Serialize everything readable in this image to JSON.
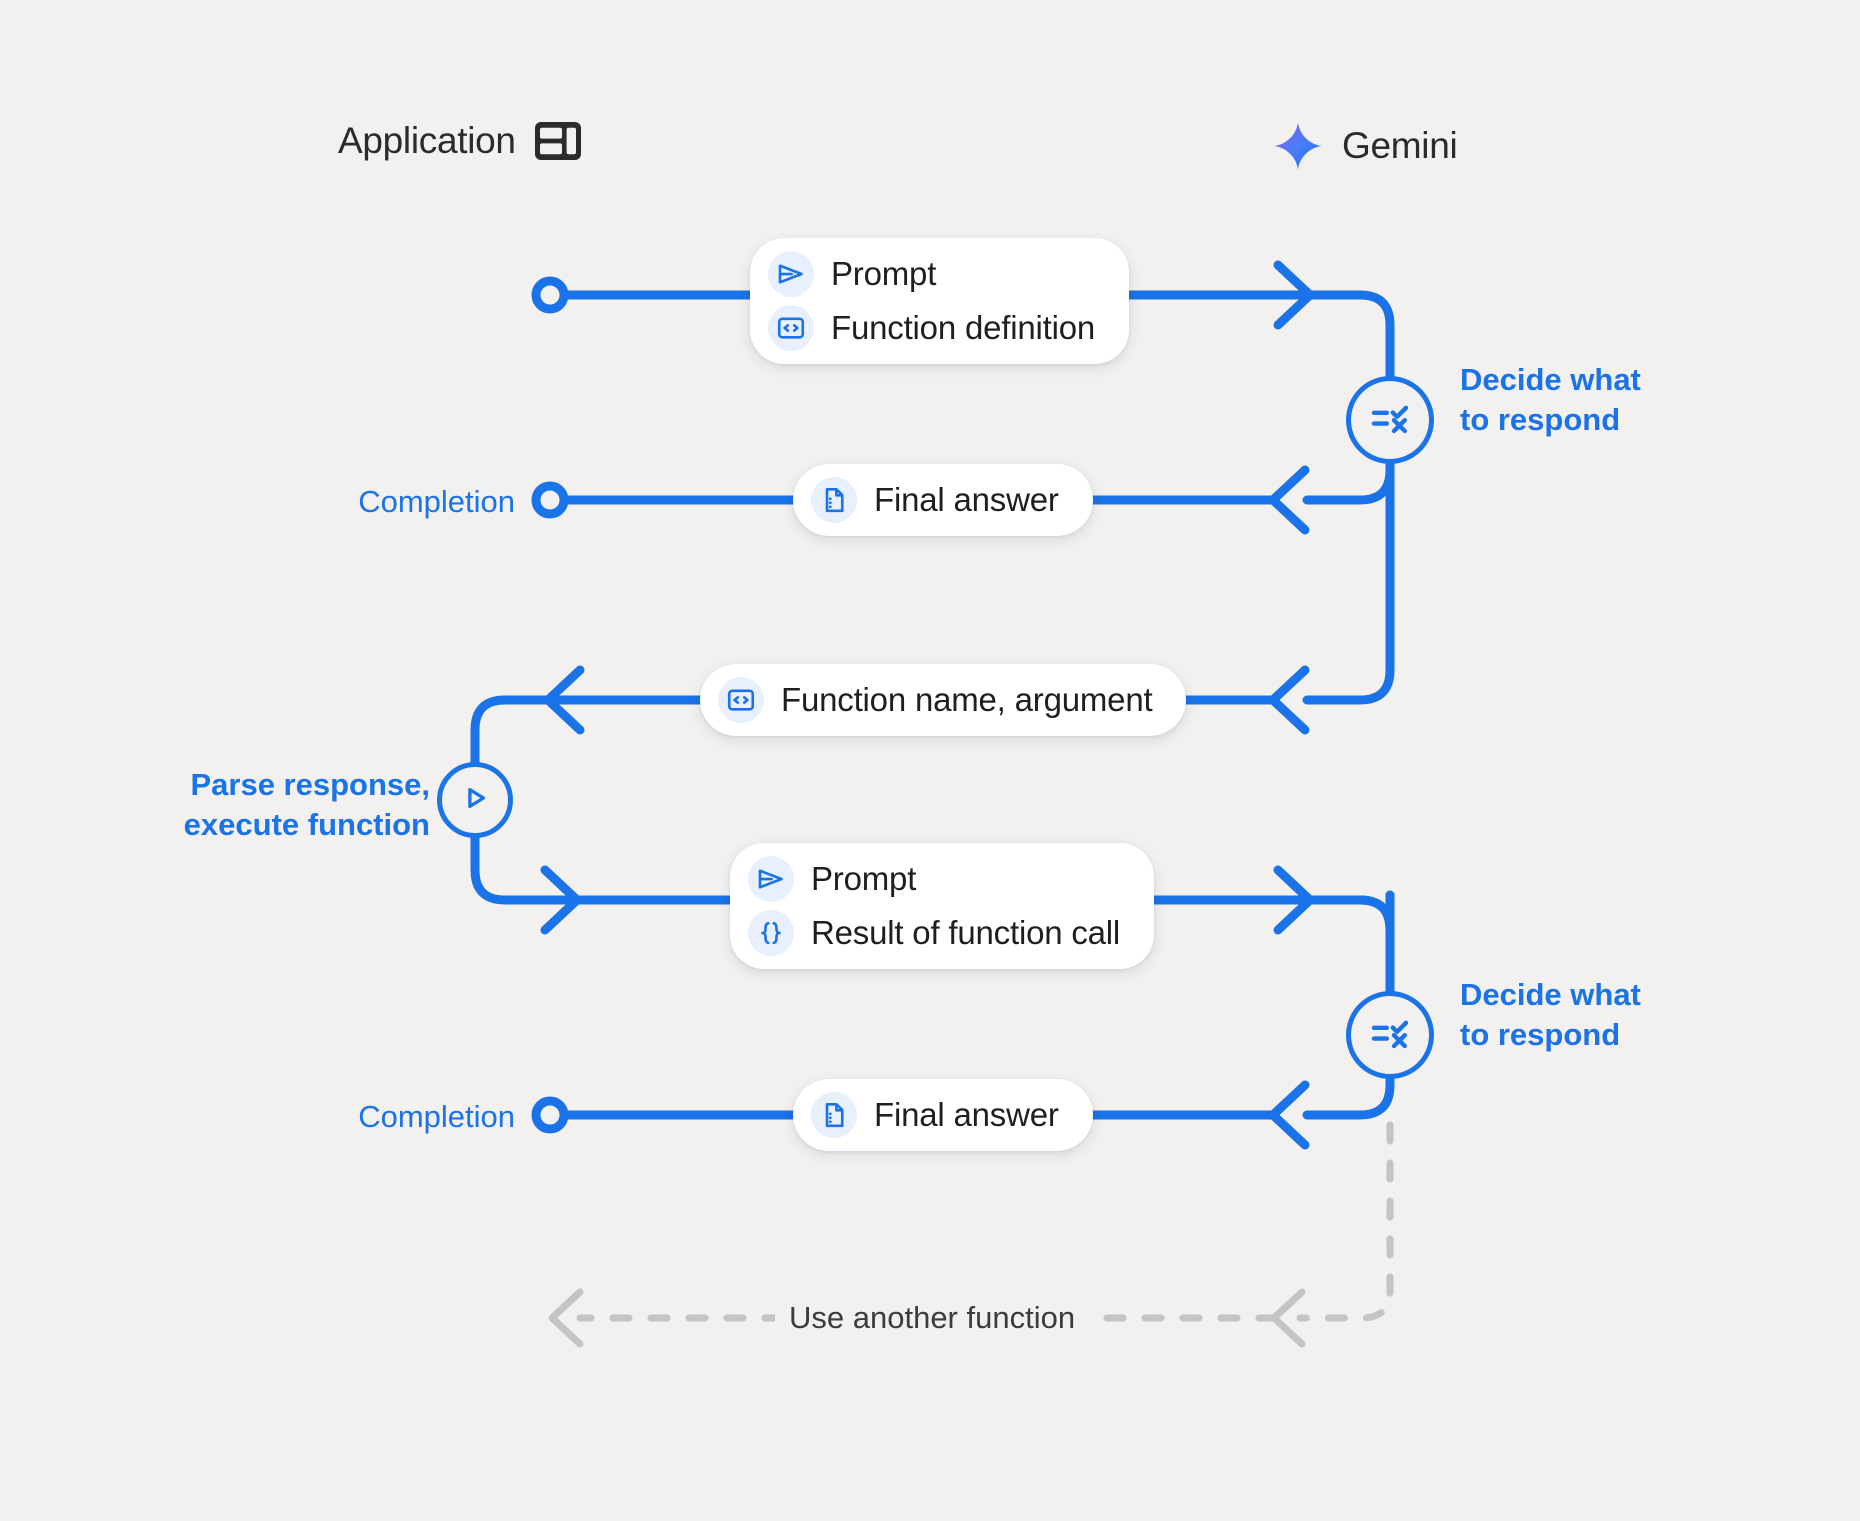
{
  "diagram": {
    "title": "Gemini function calling sequence",
    "background": "#f2f1ef",
    "accent": "#1a73e8",
    "muted": "#c4c4c4",
    "text": "#1f1f1f"
  },
  "lanes": [
    {
      "id": "application",
      "label": "Application",
      "icon": "dashboard-layout-icon"
    },
    {
      "id": "gemini",
      "label": "Gemini",
      "icon": "gemini-sparkle-icon"
    }
  ],
  "messages": [
    {
      "id": "request-1",
      "direction": "app-to-gemini",
      "rows": [
        {
          "icon": "send-prompt-icon",
          "label": "Prompt"
        },
        {
          "icon": "code-brackets-box-icon",
          "label": "Function definition"
        }
      ]
    },
    {
      "id": "response-1",
      "direction": "gemini-to-app",
      "rows": [
        {
          "icon": "document-icon",
          "label": "Final answer"
        }
      ]
    },
    {
      "id": "function-call",
      "direction": "gemini-to-app",
      "rows": [
        {
          "icon": "code-brackets-box-icon",
          "label": "Function name,  argument"
        }
      ]
    },
    {
      "id": "request-2",
      "direction": "app-to-gemini",
      "rows": [
        {
          "icon": "send-prompt-icon",
          "label": "Prompt"
        },
        {
          "icon": "curly-braces-icon",
          "label": "Result of function call"
        }
      ]
    },
    {
      "id": "response-2",
      "direction": "gemini-to-app",
      "rows": [
        {
          "icon": "document-icon",
          "label": "Final answer"
        }
      ]
    }
  ],
  "annotations": {
    "completion_1": "Completion",
    "completion_2": "Completion",
    "decide_1": "Decide what\nto respond",
    "decide_2": "Decide what\nto respond",
    "parse_execute": "Parse response,\nexecute function",
    "loop": "Use another function"
  },
  "nodes": {
    "decide_icon": "checklist-decision-icon",
    "execute_icon": "play-triangle-icon",
    "start_icon": "lifeline-dot-icon"
  }
}
